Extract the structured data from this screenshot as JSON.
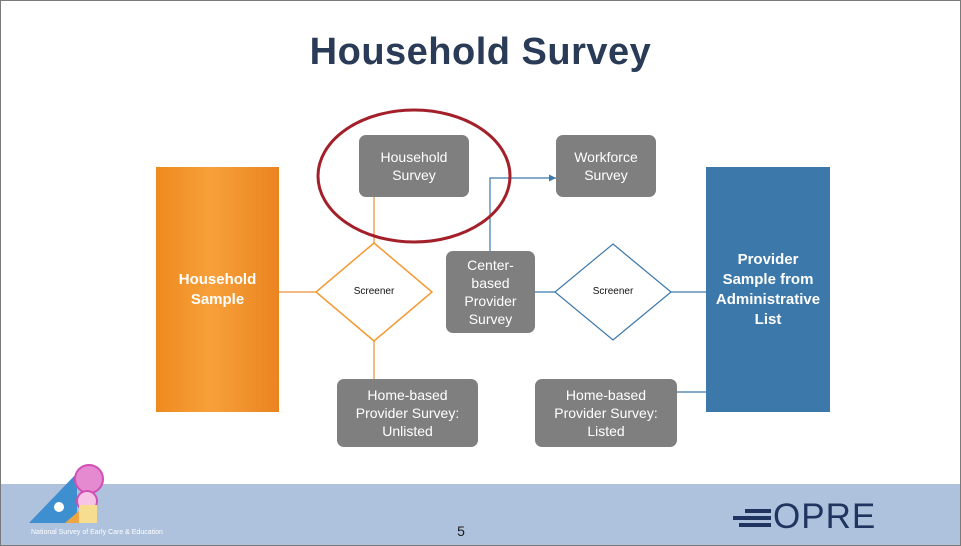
{
  "slide": {
    "title": "Household Survey",
    "page_number": "5"
  },
  "diagram": {
    "household_sample": "Household Sample",
    "provider_sample": "Provider Sample from Administrative List",
    "household_survey": "Household Survey",
    "workforce_survey": "Workforce Survey",
    "center_based_survey": "Center-based Provider Survey",
    "home_based_unlisted": "Home-based Provider Survey: Unlisted",
    "home_based_listed": "Home-based Provider Survey: Listed",
    "screener_left": "Screener",
    "screener_right": "Screener"
  },
  "footer": {
    "caption": "National Survey of Early Care & Education",
    "opre_logo_text": "OPRE"
  },
  "colors": {
    "title": "#2a3b57",
    "orange": "#f39a32",
    "blue": "#3c78aa",
    "gray_box": "#7f7f7f",
    "highlight_ellipse": "#a3202a",
    "footer_band": "#aec2dd"
  }
}
